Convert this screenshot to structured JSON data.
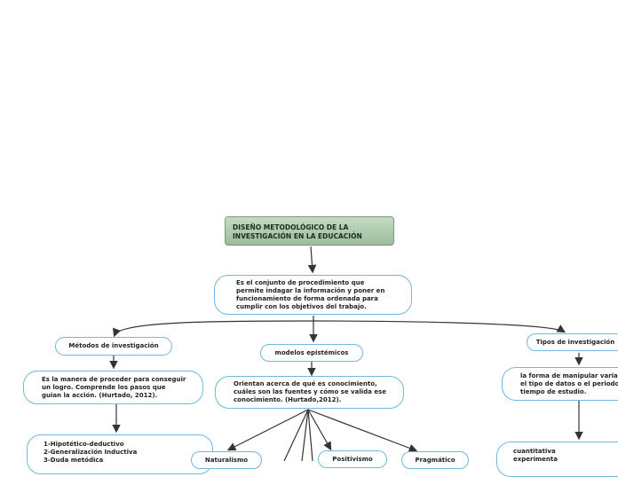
{
  "root": {
    "title": "DISEÑO METODOLÓGICO DE LA\nINVESTIGACIÓN EN LA EDUCACIÓN"
  },
  "definition": {
    "text": "Es el conjunto de procedimiento que\npermite  indagar la información y poner en\nfuncionamiento de forma ordenada para\ncumplir con los objetivos del trabajo."
  },
  "metodos": {
    "label": "Métodos de investigación",
    "description": "Es la manera de proceder para conseguir\nun logro. Comprende los pasos que\nguian la acción. (Hurtado, 2012).",
    "list": "1-Hipotético-deductivo\n2-Generalización Inductiva\n3-Duda metódica"
  },
  "modelos": {
    "label": "modelos epistémicos",
    "description": "Orientan acerca de qué es conocimiento,\ncuáles son las fuentes y cómo se valida ese\nconocimiento.  (Hurtado,2012).",
    "children": [
      "Naturalismo",
      "Positivismo",
      "Pragmático"
    ]
  },
  "tipos": {
    "label": "Tipos de investigación",
    "description": "la forma de manipular variab\nel tipo de datos o el periodo\ntiempo de estudio.",
    "list": "cuantitativa\nexperimenta"
  },
  "colors": {
    "border": "#6fb8de",
    "root_fill": "#aecbae",
    "connector": "#333333"
  }
}
